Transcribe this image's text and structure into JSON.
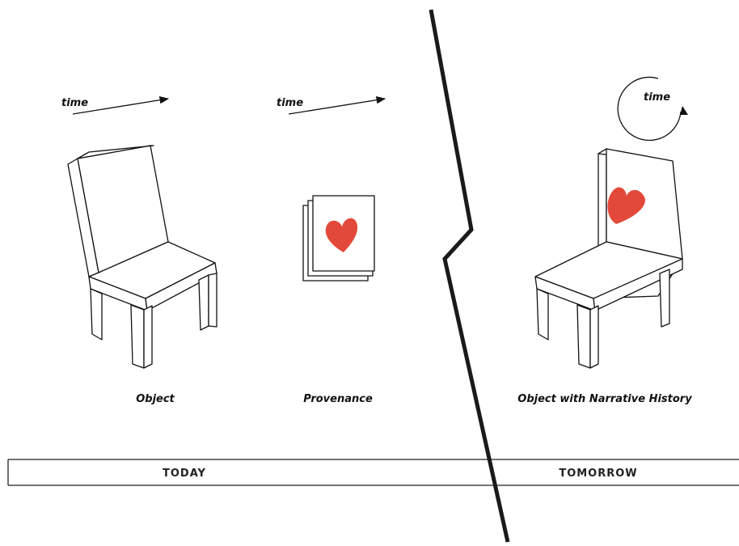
{
  "time_markers": [
    "time",
    "time",
    "time"
  ],
  "labels": {
    "object": "Object",
    "provenance": "Provenance",
    "narrative": "Object with Narrative History"
  },
  "timeline": {
    "today": "TODAY",
    "tomorrow": "TOMORROW"
  },
  "colors": {
    "heart": "#e3493a",
    "ink": "#111111",
    "background": "#ffffff"
  },
  "icons": [
    "chair-icon",
    "provenance-cards-icon",
    "heart-icon",
    "cycle-arrow-icon",
    "time-arrow-icon"
  ]
}
